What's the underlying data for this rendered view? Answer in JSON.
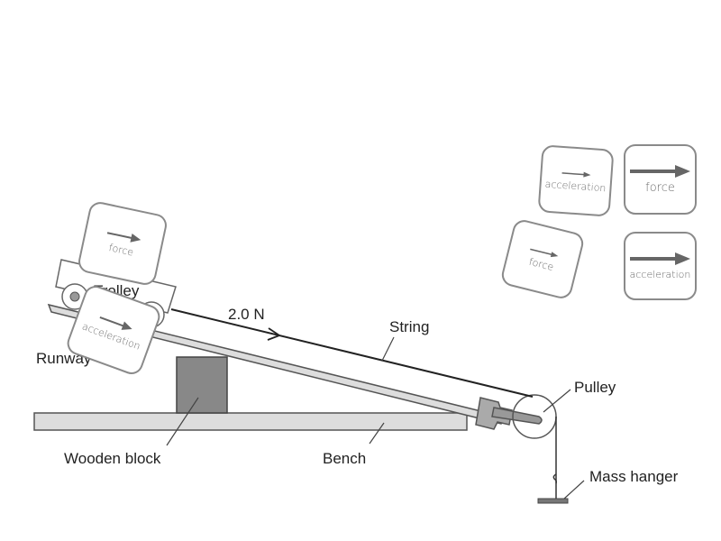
{
  "diagram": {
    "labels": {
      "trolley": "Trolley",
      "runway": "Runway",
      "force_value": "2.0 N",
      "string": "String",
      "pulley": "Pulley",
      "wooden_block": "Wooden block",
      "bench": "Bench",
      "mass_hanger": "Mass hanger"
    }
  },
  "cards": [
    {
      "id": "force-card-trolley",
      "word": "force",
      "arrow": "small"
    },
    {
      "id": "acceleration-card-trolley",
      "word": "acceleration",
      "arrow": "small"
    },
    {
      "id": "acceleration-card-small-tray",
      "word": "acceleration",
      "arrow": "small"
    },
    {
      "id": "force-card-large-tray",
      "word": "force",
      "arrow": "large"
    },
    {
      "id": "force-card-small-tray",
      "word": "force",
      "arrow": "small"
    },
    {
      "id": "acceleration-card-large-tray",
      "word": "acceleration",
      "arrow": "large"
    }
  ],
  "colors": {
    "card_border": "#8a8a8a",
    "arrow": "#666666",
    "block": "#888888",
    "bench": "#dddddd"
  }
}
